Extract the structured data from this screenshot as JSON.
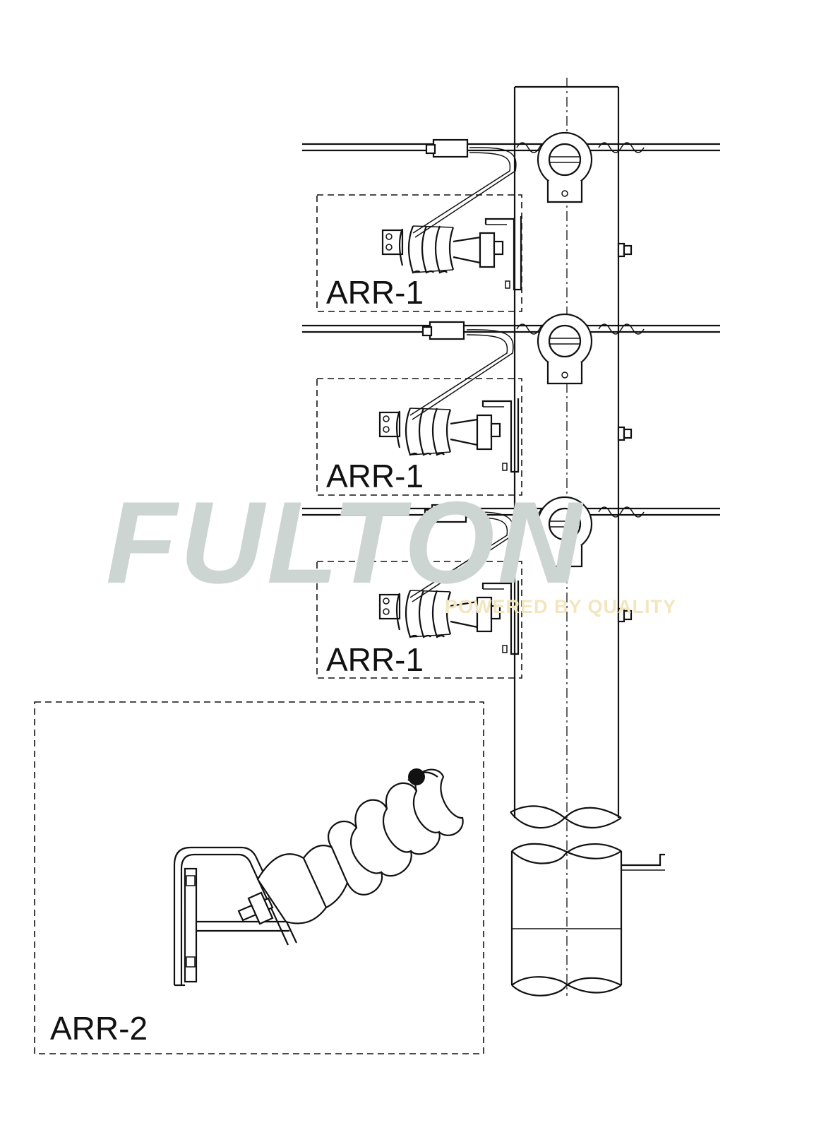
{
  "diagram": {
    "arrester_labels": [
      "ARR-1",
      "ARR-1",
      "ARR-1"
    ],
    "detail_label": "ARR-2"
  },
  "watermark": {
    "brand": "FULTON",
    "tagline": "POWERED BY QUALITY",
    "colors": {
      "brand": "#cdd5d3",
      "tagline": "#f3e6bf"
    }
  }
}
